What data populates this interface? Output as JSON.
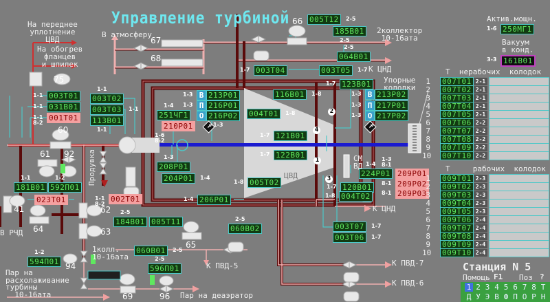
{
  "title": "Управление турбиной",
  "labels": {
    "to_atmosphere": "В атмосферу",
    "front_seal": "На переднее\nуплотнение\nЦВД",
    "flange_heating": "На обогрев\nфланцев\nи шпилек",
    "collector2": "2коллектор\n10-16ата",
    "to_lpc_top": "К ЦНД",
    "to_lpc_bottom": "К ЦНД",
    "active_power": "Актив.мощн.",
    "vacuum": "Вакуум\nв конд.",
    "thrust_pads": "Упорные\nколодки",
    "nonworking_pads": "Т  нерабочих  колодок",
    "working_pads": "Т     рабочих  колодок",
    "hpc": "ЦВД",
    "sm_vd": "СМ\nВД",
    "purge": "Продувка",
    "to_rchd": "В РЧД",
    "collector1": "1колл.\n10-16ата",
    "to_hph5": "К ПВД-5",
    "to_hph7": "К ПВД-7",
    "to_hph6": "К ПВД-6",
    "cooling_steam": "Пар на\nрасхолаживание\nтурбины\n  10-16ата",
    "deaerator_steam": "Пар на деаэратор"
  },
  "equipment": [
    "75",
    "67",
    "68",
    "66",
    "60",
    "61",
    "92",
    "41",
    "64",
    "62",
    "63",
    "65",
    "94",
    "69",
    "96"
  ],
  "valve_badges": [
    "В",
    "П",
    "О",
    "В",
    "П",
    "О"
  ],
  "markers": [
    "1",
    "2",
    "3",
    "4",
    "f",
    "f"
  ],
  "tags": [
    {
      "value": "003T01",
      "code": "1-1",
      "alarm": false
    },
    {
      "value": "031B01",
      "code": "1-1",
      "alarm": false
    },
    {
      "value": "001T01",
      "code": "1-1\n8-2",
      "alarm": true
    },
    {
      "value": "003T02",
      "code": "1-1",
      "alarm": false
    },
    {
      "value": "003T03",
      "code": "1-1",
      "alarm": false
    },
    {
      "value": "113B01",
      "code": "1-1",
      "alarm": false
    },
    {
      "value": "251ЧГ1",
      "code": "1-4",
      "alarm": false
    },
    {
      "value": "210P01",
      "code": "1-6\n8-2",
      "alarm": true
    },
    {
      "value": "213P01",
      "code": "1-3",
      "alarm": false
    },
    {
      "value": "216P01",
      "code": "1-3",
      "alarm": false
    },
    {
      "value": "216P02",
      "code": "1-3",
      "alarm": false
    },
    {
      "value": "004T01",
      "code": "1-8",
      "alarm": false
    },
    {
      "value": "116B01",
      "code": "1-8",
      "alarm": false
    },
    {
      "value": "003T04",
      "code": "1-7",
      "alarm": false
    },
    {
      "value": "003T05",
      "code": "1-7",
      "alarm": false
    },
    {
      "value": "005T12",
      "code": "2-5",
      "alarm": false
    },
    {
      "value": "185B01",
      "code": "2-5",
      "alarm": false
    },
    {
      "value": "064B01",
      "code": "2-5",
      "alarm": false
    },
    {
      "value": "250MГ1",
      "code": "1-6",
      "alarm": false
    },
    {
      "value": "161B01",
      "code": "3-3",
      "alarm": false
    },
    {
      "value": "123B01",
      "code": "1-7",
      "alarm": false
    },
    {
      "value": "213P02",
      "code": "1-3",
      "alarm": false
    },
    {
      "value": "217P01",
      "code": "1-3",
      "alarm": false
    },
    {
      "value": "217P02",
      "code": "1-3",
      "alarm": false
    },
    {
      "value": "121B01",
      "code": "1-7",
      "alarm": false
    },
    {
      "value": "122B01",
      "code": "1-7",
      "alarm": false
    },
    {
      "value": "005T02",
      "code": "1-8",
      "alarm": false
    },
    {
      "value": "206P01",
      "code": "1-4",
      "alarm": false
    },
    {
      "value": "208P01",
      "code": "1-3",
      "alarm": false
    },
    {
      "value": "204P01",
      "code": "1-4",
      "alarm": false
    },
    {
      "value": "224P01",
      "code": "1-4",
      "alarm": false
    },
    {
      "value": "209P01",
      "code": "1-3\n8-1",
      "alarm": true
    },
    {
      "value": "209P02",
      "code": "8-1",
      "alarm": true
    },
    {
      "value": "209P03",
      "code": "8-1",
      "alarm": true
    },
    {
      "value": "120B01",
      "code": "1-7",
      "alarm": false
    },
    {
      "value": "004T02",
      "code": "1-8",
      "alarm": false
    },
    {
      "value": "003T07",
      "code": "1-7",
      "alarm": false
    },
    {
      "value": "003T06",
      "code": "1-7",
      "alarm": false
    },
    {
      "value": "181B01",
      "code": "1-1",
      "alarm": false
    },
    {
      "value": "592П01",
      "code": "1-2",
      "alarm": false
    },
    {
      "value": "023T01",
      "code": "",
      "alarm": true
    },
    {
      "value": "002T01",
      "code": "1-1\n8-2",
      "alarm": true
    },
    {
      "value": "184B01",
      "code": "2-5",
      "alarm": false
    },
    {
      "value": "005T11",
      "code": "",
      "alarm": false
    },
    {
      "value": "060B01",
      "code": "2-5",
      "alarm": false
    },
    {
      "value": "060B02",
      "code": "2-5",
      "alarm": false
    },
    {
      "value": "594П01",
      "code": "1-2",
      "alarm": false
    },
    {
      "value": "596П01",
      "code": "2-5",
      "alarm": false
    }
  ],
  "nonworking_pads": [
    {
      "n": "1",
      "tag": "007T01",
      "code": "2-1"
    },
    {
      "n": "2",
      "tag": "007T02",
      "code": "2-1"
    },
    {
      "n": "3",
      "tag": "007T03",
      "code": "2-1"
    },
    {
      "n": "4",
      "tag": "007T04",
      "code": "2-1"
    },
    {
      "n": "5",
      "tag": "007T05",
      "code": "2-1"
    },
    {
      "n": "6",
      "tag": "007T06",
      "code": "2-2"
    },
    {
      "n": "7",
      "tag": "007T07",
      "code": "2-2"
    },
    {
      "n": "8",
      "tag": "007T08",
      "code": "2-2"
    },
    {
      "n": "9",
      "tag": "007T09",
      "code": "2-2"
    },
    {
      "n": "10",
      "tag": "007T10",
      "code": "2-2"
    }
  ],
  "working_pads": [
    {
      "n": "1",
      "tag": "009T01",
      "code": "2-3"
    },
    {
      "n": "2",
      "tag": "009T02",
      "code": "2-3"
    },
    {
      "n": "3",
      "tag": "009T03",
      "code": "2-3"
    },
    {
      "n": "4",
      "tag": "009T04",
      "code": "2-3"
    },
    {
      "n": "5",
      "tag": "009T05",
      "code": "2-3"
    },
    {
      "n": "6",
      "tag": "009T06",
      "code": "2-4"
    },
    {
      "n": "7",
      "tag": "009T07",
      "code": "2-4"
    },
    {
      "n": "8",
      "tag": "009T08",
      "code": "2-4"
    },
    {
      "n": "9",
      "tag": "009T09",
      "code": "2-4"
    },
    {
      "n": "10",
      "tag": "009T10",
      "code": "2-4"
    }
  ],
  "station": {
    "name": "Станция N 5",
    "help_label": "Помощь",
    "help_key": "F1",
    "pos_label": "Поз",
    "pos_key": "?",
    "keys_top": [
      "1",
      "2",
      "3",
      "4",
      "5",
      "6",
      "7",
      "8",
      "Т"
    ],
    "keys_bottom": [
      "Д",
      "У",
      "Э",
      "В",
      "Ф",
      "П",
      "О",
      "Р",
      "Н"
    ],
    "selected_key": "1"
  },
  "colors": {
    "background": "#7d7d7d",
    "tag_text": "#5fe85f",
    "tag_bg": "#123a12",
    "tag_border": "#4cc8c8",
    "alarm_bg": "#f4a0a0",
    "alarm_text": "#8a0000",
    "steam_pipe": "#f0b0b0",
    "pipe_dark": "#6a1010",
    "shaft": "#1a1ad0",
    "title": "#6ee8f0",
    "keypad_bg": "#3aa040"
  }
}
